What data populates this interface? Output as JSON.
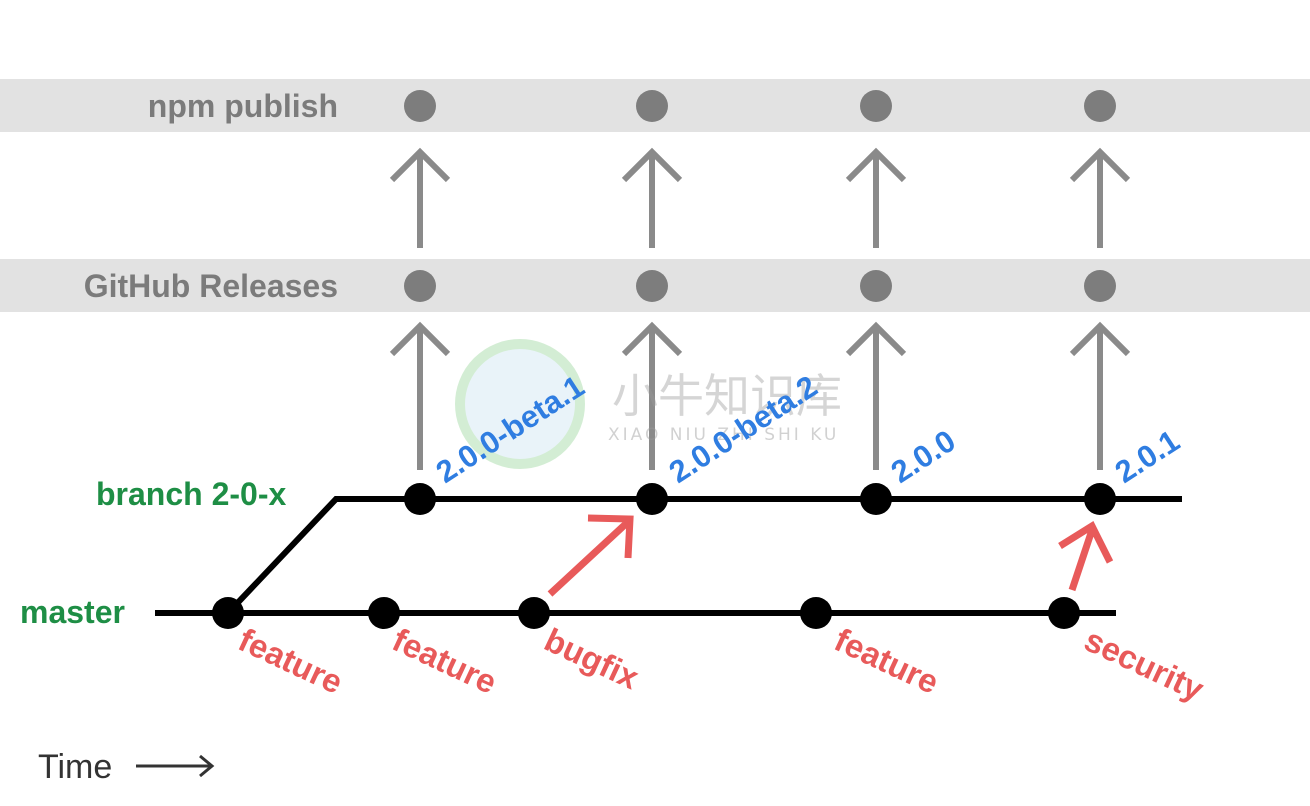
{
  "rows": {
    "npm_publish": "npm publish",
    "github_releases": "GitHub Releases"
  },
  "branches": {
    "release_branch": "branch 2-0-x",
    "master": "master"
  },
  "versions": [
    "2.0.0-beta.1",
    "2.0.0-beta.2",
    "2.0.0",
    "2.0.1"
  ],
  "commits": [
    "feature",
    "feature",
    "bugfix",
    "feature",
    "security"
  ],
  "time": {
    "label": "Time"
  },
  "watermark": {
    "main": "小牛知识库",
    "sub": "XIAO NIU ZHI SHI KU"
  },
  "colors": {
    "band": "#e2e2e2",
    "row_label": "#7b7b7b",
    "branch_label": "#1e8e45",
    "version_label": "#2f7de1",
    "commit_label": "#e85a5a",
    "dot_gray": "#7d7d7d",
    "line": "#000000"
  },
  "icons": {
    "release_arrows": "arrow-up-icon",
    "cherry_pick_arrows": "arrow-up-right-icon",
    "time_arrow": "arrow-right-icon"
  }
}
